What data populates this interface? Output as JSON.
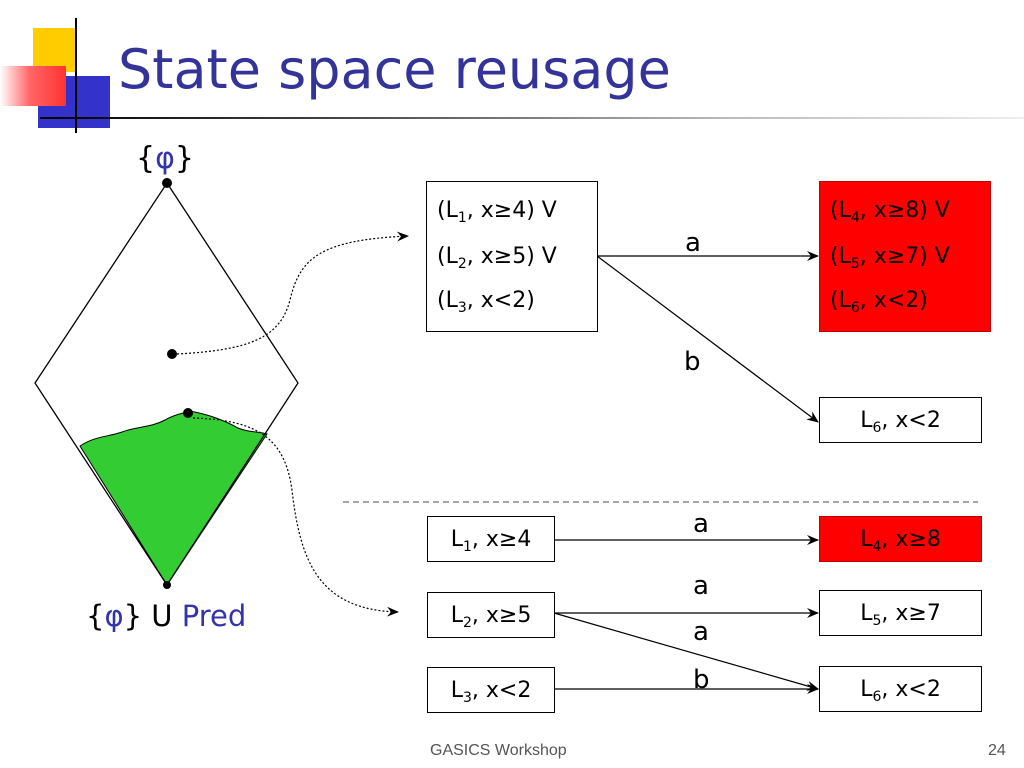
{
  "slide": {
    "title": "State space reusage",
    "footer": "GASICS Workshop",
    "page_number": "24"
  },
  "colors": {
    "title": "#33339a",
    "accent_blue": "#3333aa",
    "green_region": "#33cc33",
    "bad_state": "#ff0000"
  },
  "diamond": {
    "top_label": {
      "open": "{",
      "phi": "φ",
      "close": "}"
    },
    "bottom_label": {
      "open": "{",
      "phi": "φ",
      "close": "}",
      "union": " U ",
      "pred": "Pred"
    }
  },
  "upper": {
    "source_box": {
      "lines": [
        {
          "loc": "L",
          "sub": "1",
          "rest": ", x≥4) V"
        },
        {
          "loc": "L",
          "sub": "2",
          "rest": ", x≥5) V"
        },
        {
          "loc": "L",
          "sub": "3",
          "rest": ", x<2)"
        }
      ]
    },
    "target_box_red": {
      "lines": [
        {
          "loc": "L",
          "sub": "4",
          "rest": ", x≥8) V"
        },
        {
          "loc": "L",
          "sub": "5",
          "rest": ", x≥7) V"
        },
        {
          "loc": "L",
          "sub": "6",
          "rest": ", x<2)"
        }
      ]
    },
    "target_box_white": {
      "loc": "L",
      "sub": "6",
      "rest": ", x<2"
    },
    "edge_a": "a",
    "edge_b": "b"
  },
  "lower": {
    "sources": [
      {
        "loc": "L",
        "sub": "1",
        "rest": ", x≥4"
      },
      {
        "loc": "L",
        "sub": "2",
        "rest": ", x≥5"
      },
      {
        "loc": "L",
        "sub": "3",
        "rest": ", x<2"
      }
    ],
    "targets": [
      {
        "loc": "L",
        "sub": "4",
        "rest": ", x≥8"
      },
      {
        "loc": "L",
        "sub": "5",
        "rest": ", x≥7"
      },
      {
        "loc": "L",
        "sub": "6",
        "rest": ", x<2"
      }
    ],
    "edge_labels": [
      "a",
      "a",
      "a",
      "b"
    ]
  }
}
